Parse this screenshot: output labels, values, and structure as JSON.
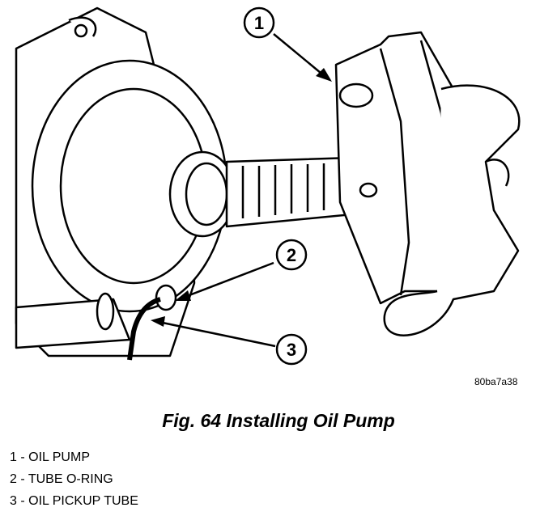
{
  "figure": {
    "image_id": "80ba7a38",
    "callouts": [
      "1",
      "2",
      "3"
    ],
    "caption": "Fig. 64 Installing Oil Pump",
    "legend": [
      "1 - OIL PUMP",
      "2 - TUBE O-RING",
      "3 - OIL PICKUP TUBE"
    ]
  }
}
